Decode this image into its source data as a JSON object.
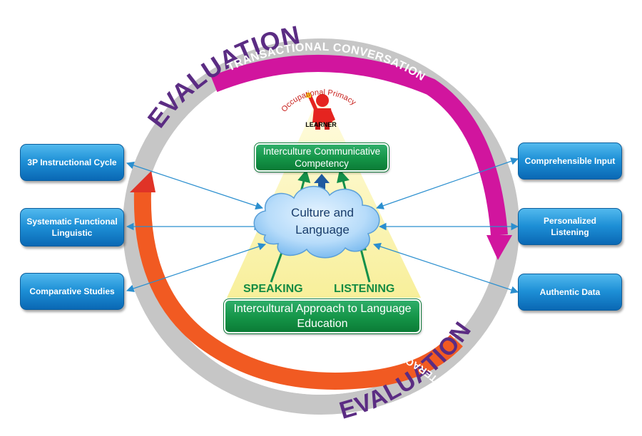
{
  "ring": {
    "evaluation_top": "EVALUATION",
    "evaluation_bottom": "EVALUATION",
    "transactional": "TRANSACTIONAL CONVERSATION",
    "interactional": "INTERACTIONAL CONVERSATION"
  },
  "top": {
    "occupational": "Occupational Primacy",
    "learner": "LEARNER"
  },
  "center": {
    "competency": "Interculture Communicative Competency",
    "culture_line1": "Culture and",
    "culture_line2": "Language",
    "speaking": "SPEAKING",
    "listening": "LISTENING",
    "approach": "Intercultural Approach to Language Education"
  },
  "left_boxes": [
    {
      "label": "3P Instructional Cycle"
    },
    {
      "label": "Systematic Functional Linguistic"
    },
    {
      "label": "Comparative Studies"
    }
  ],
  "right_boxes": [
    {
      "label": "Comprehensible Input"
    },
    {
      "label": "Personalized Listening"
    },
    {
      "label": "Authentic Data"
    }
  ],
  "colors": {
    "ring_gray": "#c6c6c6",
    "purple": "#5b2c83",
    "magenta": "#d1159e",
    "orange": "#f15a22",
    "box_blue": "#1d8fd6",
    "green": "#149447",
    "arrow_blue": "#2b8fcf",
    "triangle": "#fbf5b0"
  }
}
